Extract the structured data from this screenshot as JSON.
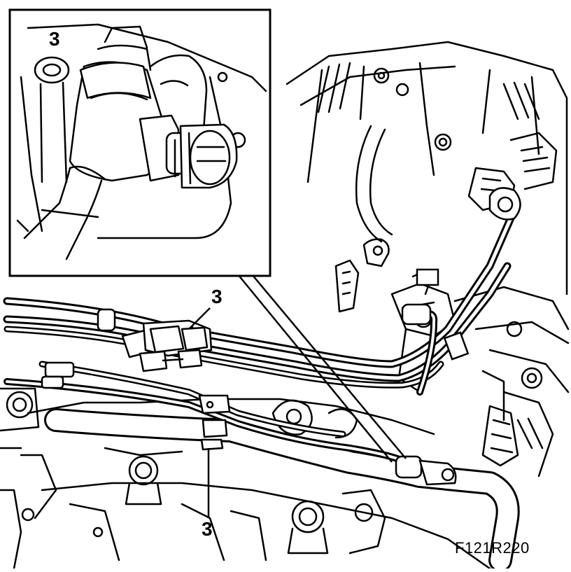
{
  "figure": {
    "code": "F121R220",
    "callouts": {
      "inset": "3",
      "upper_clip": "3",
      "lower_clip": "3"
    },
    "colors": {
      "ink": "#000000",
      "paper": "#ffffff"
    }
  }
}
